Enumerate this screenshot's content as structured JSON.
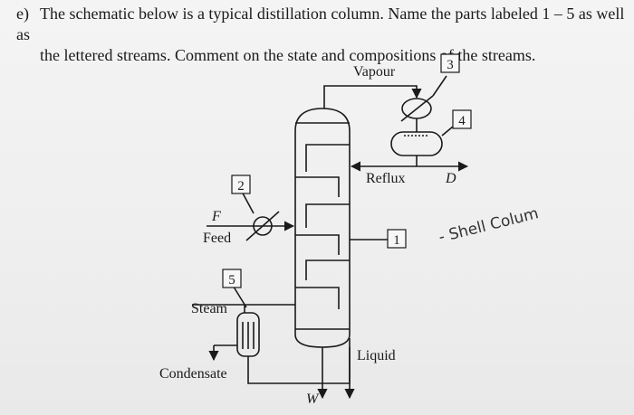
{
  "question": {
    "label": "e)",
    "line1": "The schematic below is a typical distillation column. Name the parts labeled 1 – 5 as well as",
    "line2": "the lettered streams. Comment on the state and compositions of the streams."
  },
  "diagram": {
    "vapour": "Vapour",
    "reflux": "Reflux",
    "distillate": "D",
    "feed_letter": "F",
    "feed": "Feed",
    "steam": "Steam",
    "condensate": "Condensate",
    "liquid": "Liquid",
    "bottoms": "W",
    "box1": "1",
    "box2": "2",
    "box3": "3",
    "box4": "4",
    "box5": "5"
  },
  "handwritten": {
    "note": "- Shell Colum"
  }
}
